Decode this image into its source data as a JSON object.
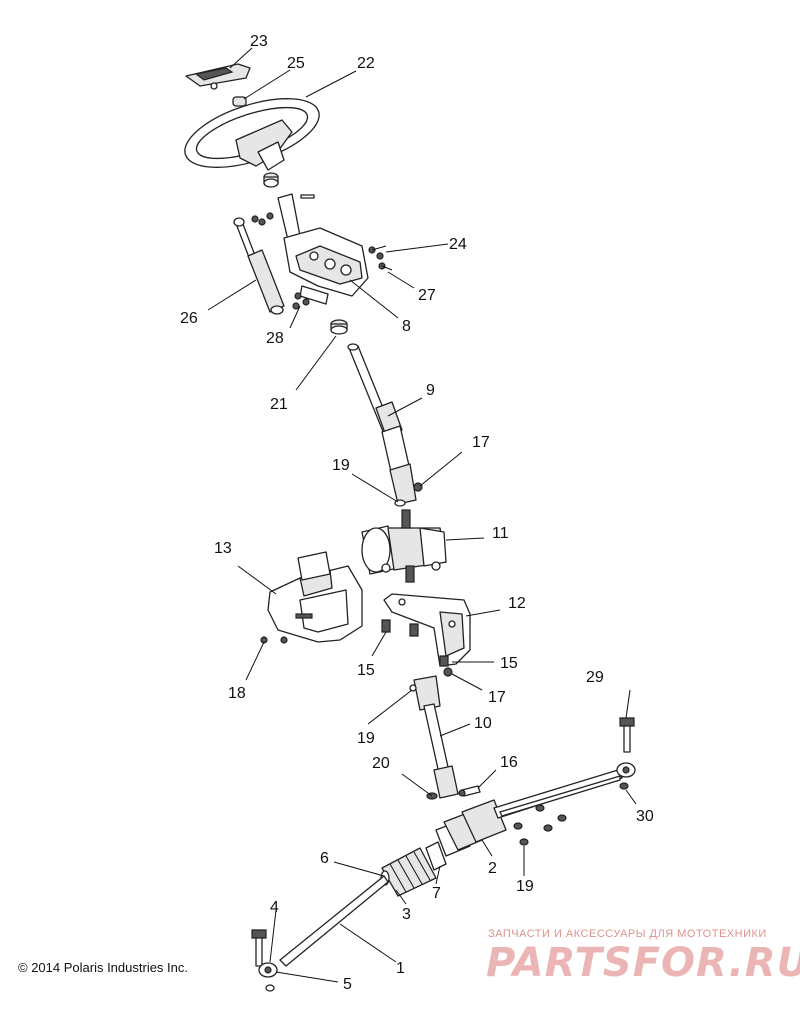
{
  "diagram": {
    "labels": {
      "p1": "1",
      "p2": "2",
      "p3": "3",
      "p4": "4",
      "p5": "5",
      "p6": "6",
      "p7": "7",
      "p8": "8",
      "p9": "9",
      "p10": "10",
      "p11": "11",
      "p12": "12",
      "p13": "13",
      "p15a": "15",
      "p15b": "15",
      "p16": "16",
      "p17a": "17",
      "p17b": "17",
      "p18": "18",
      "p19a": "19",
      "p19b": "19",
      "p19c": "19",
      "p20": "20",
      "p21": "21",
      "p22": "22",
      "p23": "23",
      "p24": "24",
      "p25": "25",
      "p26": "26",
      "p27": "27",
      "p28": "28",
      "p29": "29",
      "p30": "30"
    }
  },
  "footer": {
    "copyright": "© 2014 Polaris Industries Inc."
  },
  "watermark": {
    "subtitle": "ЗАПЧАСТИ И АКСЕССУАРЫ ДЛЯ МОТОТЕХНИКИ",
    "logo": "PARTSFOR.RU"
  }
}
